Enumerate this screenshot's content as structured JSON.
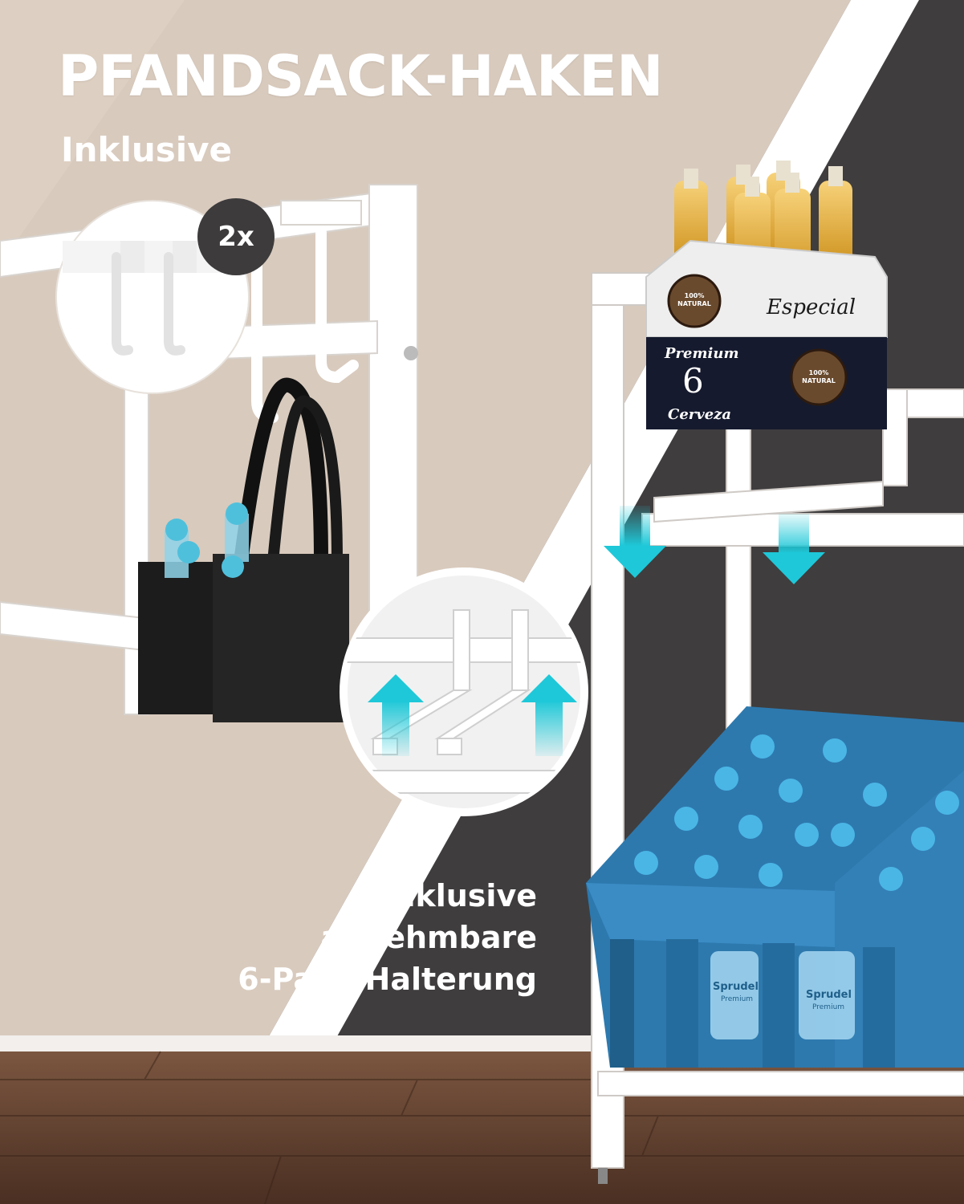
{
  "headline": {
    "title": "PFANDSACK-HAKEN",
    "subtitle": "Inklusive"
  },
  "hook_callout": {
    "badge": "2x"
  },
  "feature_callout": {
    "line1": "Inklusive",
    "line2": "abnehmbare",
    "line3": "6-Pack-Halterung"
  },
  "six_pack": {
    "brand": "Especial",
    "top_label": "Premium",
    "count": "6",
    "bottom_label": "Cerveza",
    "seal_text": "100% NATURAL"
  },
  "bottle_label": {
    "brand": "Sprudel",
    "sub": "Premium"
  },
  "colors": {
    "beige": "#d8cabd",
    "dark_gray": "#3f3d3e",
    "white": "#ffffff",
    "accent_cyan": "#1ec8d8",
    "crate_blue": "#2d79ae",
    "floor_brown": "#6b4632"
  }
}
